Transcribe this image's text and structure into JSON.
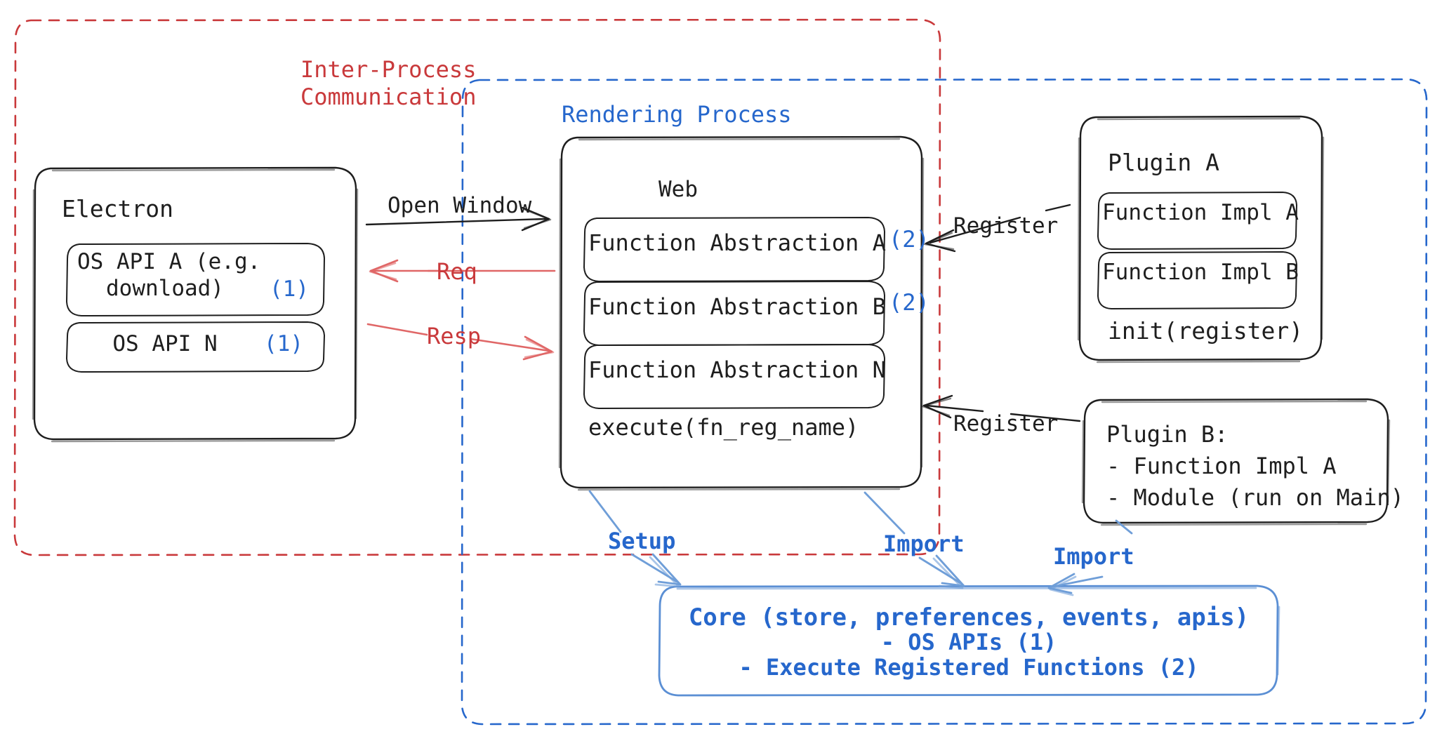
{
  "diagram": {
    "title": "Electron plugin architecture overview",
    "colors": {
      "ink": "#1e1e1e",
      "red": "#c9393b",
      "blue": "#2667cc",
      "blue_soft": "#5b8fd4",
      "background": "#ffffff"
    },
    "containers": {
      "ipc": {
        "label": "Inter-Process\nCommunication",
        "style": "dashed",
        "color": "#c9393b"
      },
      "rendering": {
        "label": "Rendering Process",
        "style": "dashed",
        "color": "#2667cc"
      }
    },
    "electron": {
      "title": "Electron",
      "items": [
        {
          "text": "OS API A (e.g.\ndownload)",
          "marker": "(1)"
        },
        {
          "text": "OS API N",
          "marker": "(1)"
        }
      ]
    },
    "web": {
      "title": "Web",
      "items": [
        {
          "text": "Function Abstraction A",
          "marker": "(2)"
        },
        {
          "text": "Function Abstraction B",
          "marker": "(2)"
        },
        {
          "text": "Function Abstraction N",
          "marker": ""
        }
      ],
      "footer": "execute(fn_reg_name)"
    },
    "plugin_a": {
      "title": "Plugin A",
      "items": [
        "Function Impl A",
        "Function Impl B"
      ],
      "footer": "init(register)"
    },
    "plugin_b": {
      "lines": [
        "Plugin B:",
        "- Function Impl A",
        "- Module (run on Main)"
      ]
    },
    "core": {
      "lines": [
        "Core (store, preferences, events, apis)",
        "- OS APIs (1)",
        "- Execute Registered Functions (2)"
      ]
    },
    "edges": [
      {
        "label": "Open Window",
        "color": "#1e1e1e",
        "from": "electron",
        "to": "rendering"
      },
      {
        "label": "Req",
        "color": "#c9393b",
        "from": "web",
        "to": "electron"
      },
      {
        "label": "Resp",
        "color": "#c9393b",
        "from": "electron",
        "to": "web"
      },
      {
        "label": "Register",
        "color": "#1e1e1e",
        "from": "plugin_a",
        "to": "web"
      },
      {
        "label": "Register",
        "color": "#1e1e1e",
        "from": "plugin_b",
        "to": "web"
      },
      {
        "label": "Setup",
        "color": "#5b8fd4",
        "from": "web",
        "to": "core"
      },
      {
        "label": "Import",
        "color": "#5b8fd4",
        "from": "web",
        "to": "core"
      },
      {
        "label": "Import",
        "color": "#5b8fd4",
        "from": "plugin_b",
        "to": "core"
      }
    ]
  }
}
